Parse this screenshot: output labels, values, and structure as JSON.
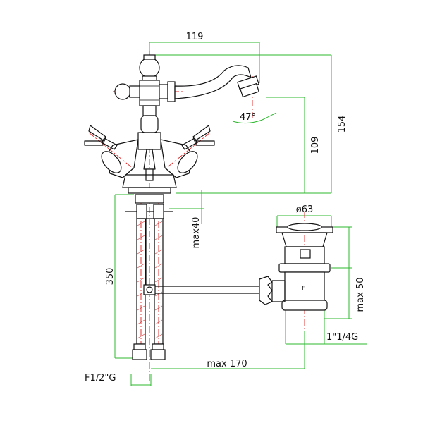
{
  "dimensions": {
    "spout_reach": "119",
    "overall_height": "154",
    "spout_height": "109",
    "swivel_angle": "47°",
    "deck_thickness": "max40",
    "hose_length": "350",
    "waste_diameter": "ø63",
    "waste_height": "max 50",
    "waste_thread": "1\"1/4G",
    "rod_length": "max  170",
    "inlet_thread": "F1/2\"G"
  },
  "colors": {
    "outline": "#111111",
    "dimension_lines": "#2eb82e",
    "centerlines": "#e02020"
  }
}
